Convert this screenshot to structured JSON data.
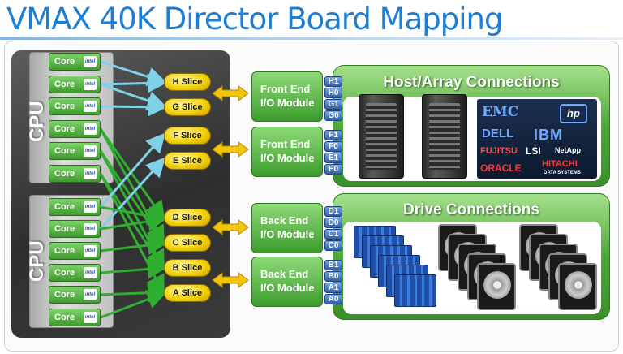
{
  "title": "VMAX 40K Director Board Mapping",
  "cpu_label": "CPU",
  "core_label": "Core",
  "chip_label": "intel",
  "slices": {
    "h": "H Slice",
    "g": "G Slice",
    "f": "F Slice",
    "e": "E Slice",
    "d": "D Slice",
    "c": "C Slice",
    "b": "B Slice",
    "a": "A Slice"
  },
  "modules": {
    "front_top": [
      "Front End",
      "I/O Module"
    ],
    "front_bottom": [
      "Front End",
      "I/O Module"
    ],
    "back_top": [
      "Back End",
      "I/O Module"
    ],
    "back_bottom": [
      "Back End",
      "I/O Module"
    ]
  },
  "ports": {
    "front_top": [
      "H1",
      "H0",
      "G1",
      "G0"
    ],
    "front_bottom": [
      "F1",
      "F0",
      "E1",
      "E0"
    ],
    "back_top": [
      "D1",
      "D0",
      "C1",
      "C0"
    ],
    "back_bottom": [
      "B1",
      "B0",
      "A1",
      "A0"
    ]
  },
  "panels": {
    "host": "Host/Array Connections",
    "drive": "Drive Connections"
  },
  "logos": {
    "emc": "EMC",
    "hp": "hp",
    "dell": "DELL",
    "ibm": "IBM",
    "fujitsu": "FUJITSU",
    "lsi": "LSI",
    "netapp": "NetApp",
    "oracle": "ORACLE",
    "hitachi": "HITACHI",
    "hitachi_sub": "DATA SYSTEMS"
  },
  "colors": {
    "title": "#1d7ed3",
    "core_arrow": "#2fae2f",
    "cross_arrow": "#7fd1e8",
    "slice": "#f4d20a",
    "io_arrow": "#f2c40c",
    "module": "#4fa83a",
    "port": "#2d5fae"
  }
}
